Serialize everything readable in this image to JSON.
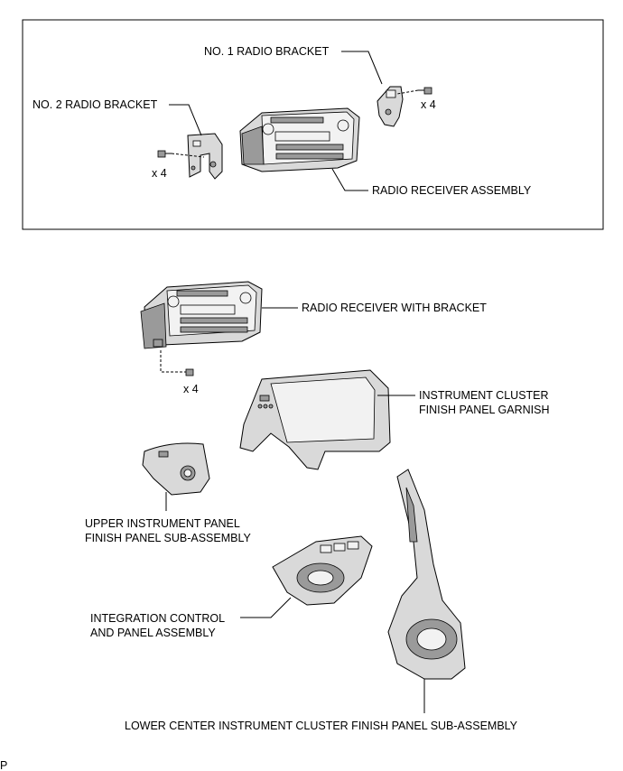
{
  "labels": {
    "no1_radio_bracket": "NO. 1 RADIO BRACKET",
    "no2_radio_bracket": "NO. 2 RADIO BRACKET",
    "radio_receiver_assembly": "RADIO RECEIVER ASSEMBLY",
    "qty_left": "x 4",
    "qty_right": "x 4",
    "radio_receiver_with_bracket": "RADIO RECEIVER WITH BRACKET",
    "qty_lower": "x 4",
    "cluster_garnish_line1": "INSTRUMENT CLUSTER",
    "cluster_garnish_line2": "FINISH PANEL GARNISH",
    "upper_panel_line1": "UPPER INSTRUMENT PANEL",
    "upper_panel_line2": "FINISH PANEL SUB-ASSEMBLY",
    "integration_line1": "INTEGRATION CONTROL",
    "integration_line2": "AND PANEL ASSEMBLY",
    "lower_center": "LOWER CENTER INSTRUMENT CLUSTER FINISH PANEL SUB-ASSEMBLY",
    "corner_code": "P"
  }
}
